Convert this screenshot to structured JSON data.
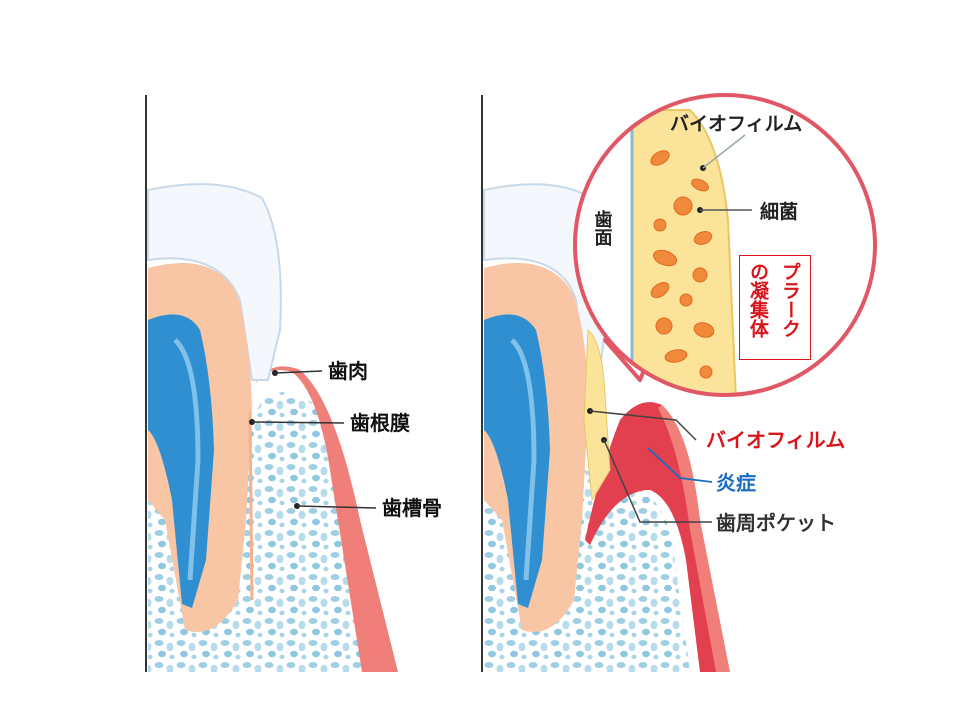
{
  "left_labels": {
    "gum": "歯肉",
    "pdl": "歯根膜",
    "alveolar_bone": "歯槽骨"
  },
  "right_labels": {
    "biofilm_inset": "バイオフィルム",
    "bacteria": "細菌",
    "tooth_surface": "歯面",
    "plaque_col1": "プラーク",
    "plaque_col2": "の凝集体",
    "biofilm": "バイオフィルム",
    "inflammation": "炎症",
    "periodontal_pocket": "歯周ポケット"
  },
  "colors": {
    "gum": "#ef7f78",
    "gum_inflamed": "#e2404f",
    "enamel": "#f4f7fb",
    "dentin": "#f8c6a4",
    "pulp": "#2f8fd0",
    "bone_bg": "#ffffff",
    "bone_dots": "#9fcfe3",
    "biofilm": "#fbe39a",
    "bacteria": "#f08a3a",
    "accent_red": "#d9141b",
    "accent_blue": "#1a6cc4",
    "circle_border": "#e05866"
  }
}
